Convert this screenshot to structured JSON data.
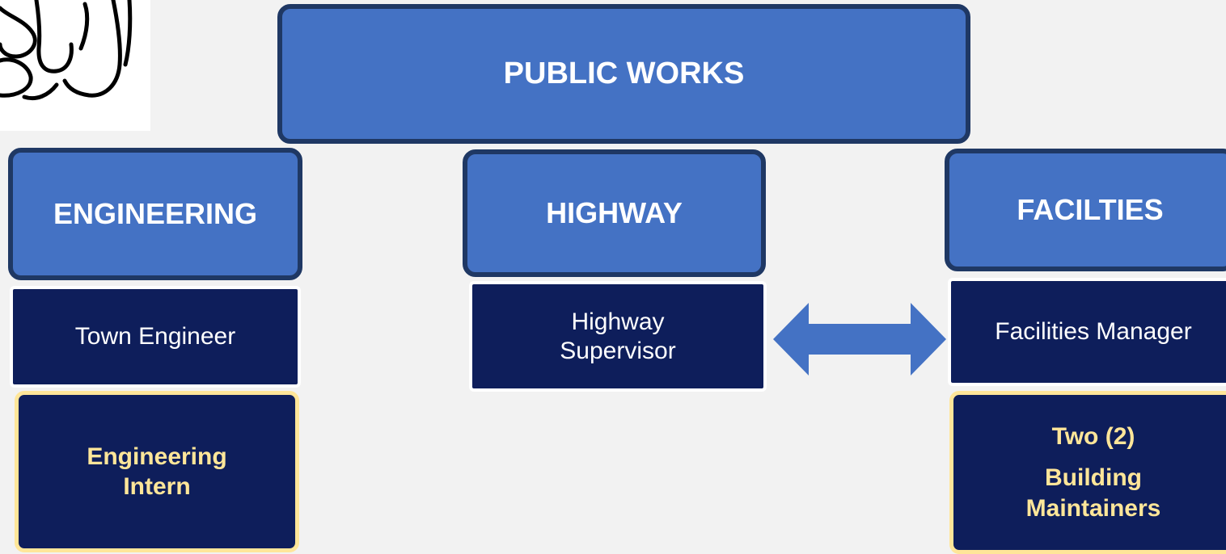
{
  "org_chart": {
    "root": {
      "label": "PUBLIC WORKS"
    },
    "departments": [
      {
        "label": "ENGINEERING",
        "roles": [
          {
            "label": "Town Engineer"
          },
          {
            "label": "Engineering Intern",
            "lines": [
              "Engineering",
              "Intern"
            ],
            "highlight": true
          }
        ]
      },
      {
        "label": "HIGHWAY",
        "roles": [
          {
            "label": "Highway Supervisor",
            "lines": [
              "Highway",
              "Supervisor"
            ]
          }
        ]
      },
      {
        "label": "FACILTIES",
        "roles": [
          {
            "label": "Facilities Manager"
          },
          {
            "label": "Two (2) Building Maintainers",
            "lines": [
              "Two (2)",
              "Building",
              "Maintainers"
            ],
            "highlight": true
          }
        ]
      }
    ],
    "connections": [
      {
        "from": "Highway Supervisor",
        "to": "Facilities Manager",
        "type": "bidirectional-arrow"
      }
    ]
  },
  "logo": {
    "icon": "hand-drawing-logo"
  },
  "colors": {
    "department_fill": "#4472c4",
    "department_border": "#1f3864",
    "role_fill": "#0e1e5b",
    "highlight_text": "#ffe699",
    "arrow": "#4472c4",
    "background": "#f2f2f2"
  }
}
